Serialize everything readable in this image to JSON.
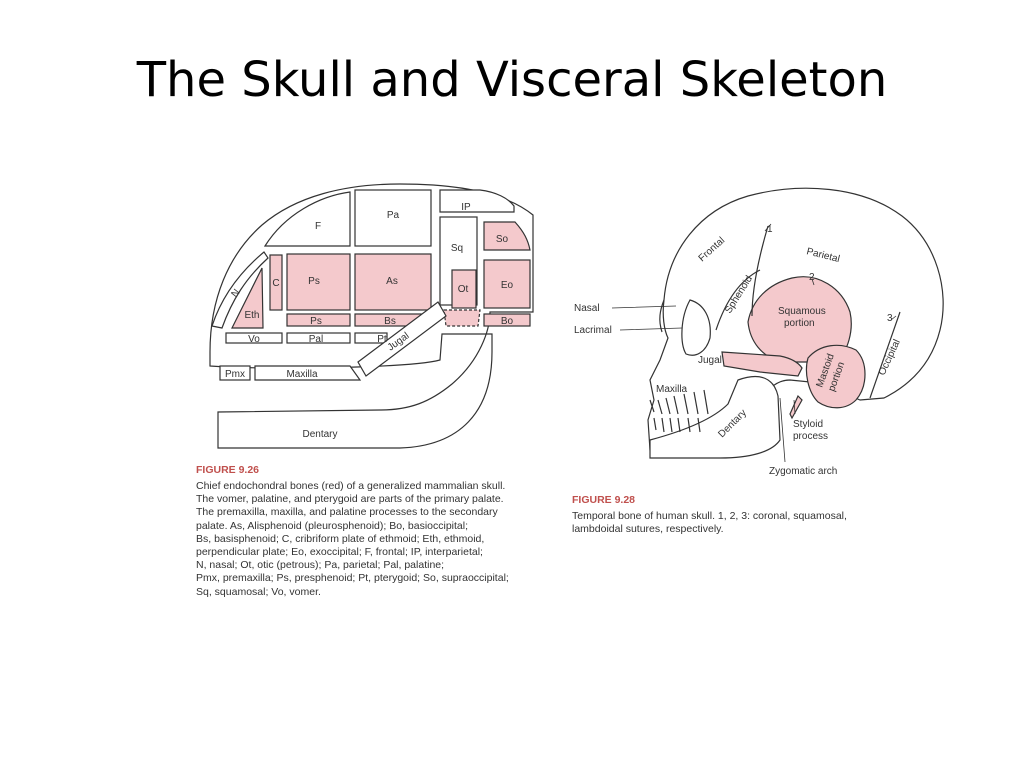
{
  "title": "The Skull and Visceral Skeleton",
  "figure_left": {
    "number": "FIGURE 9.26",
    "labels": {
      "F": "F",
      "Pa": "Pa",
      "IP": "IP",
      "So": "So",
      "Sq": "Sq",
      "N": "N",
      "C": "C",
      "Ps": "Ps",
      "As": "As",
      "Ot": "Ot",
      "Eo": "Eo",
      "Eth": "Eth",
      "Ps2": "Ps",
      "Bs": "Bs",
      "Bo": "Bo",
      "Vo": "Vo",
      "Pal": "Pal",
      "Pt": "Pt",
      "Jugal": "Jugal",
      "Pmx": "Pmx",
      "Maxilla": "Maxilla",
      "Dentary": "Dentary"
    },
    "caption": [
      "Chief endochondral bones (red) of a generalized mammalian skull.",
      "The vomer, palatine, and pterygoid are parts of the primary palate.",
      "The premaxilla, maxilla, and palatine processes to the secondary",
      "palate. As, Alisphenoid (pleurosphenoid); Bo, basioccipital;",
      "Bs, basisphenoid; C, cribriform plate of ethmoid; Eth, ethmoid,",
      "perpendicular plate; Eo, exoccipital; F, frontal; IP, interparietal;",
      "N, nasal; Ot, otic (petrous); Pa, parietal; Pal, palatine;",
      "Pmx, premaxilla; Ps, presphenoid; Pt, pterygoid; So, supraoccipital;",
      "Sq, squamosal; Vo, vomer."
    ]
  },
  "figure_right": {
    "number": "FIGURE 9.28",
    "labels": {
      "frontal": "Frontal",
      "parietal": "Parietal",
      "sphenoid": "Sphenoid",
      "squamous_1": "Squamous",
      "squamous_2": "portion",
      "mastoid_1": "Mastoid",
      "mastoid_2": "portion",
      "occipital": "Occipital",
      "nasal": "Nasal",
      "lacrimal": "Lacrimal",
      "jugal": "Jugal",
      "maxilla": "Maxilla",
      "dentary": "Dentary",
      "styloid_1": "Styloid",
      "styloid_2": "process",
      "zygomatic": "Zygomatic arch",
      "suture_1": "1",
      "suture_2": "2",
      "suture_3": "3"
    },
    "caption": [
      "Temporal bone of human skull. 1, 2, 3: coronal, squamosal,",
      "lambdoidal sutures, respectively."
    ]
  },
  "colors": {
    "highlight": "#f4c9cc",
    "caption_red": "#c0504d",
    "line": "#333333"
  }
}
